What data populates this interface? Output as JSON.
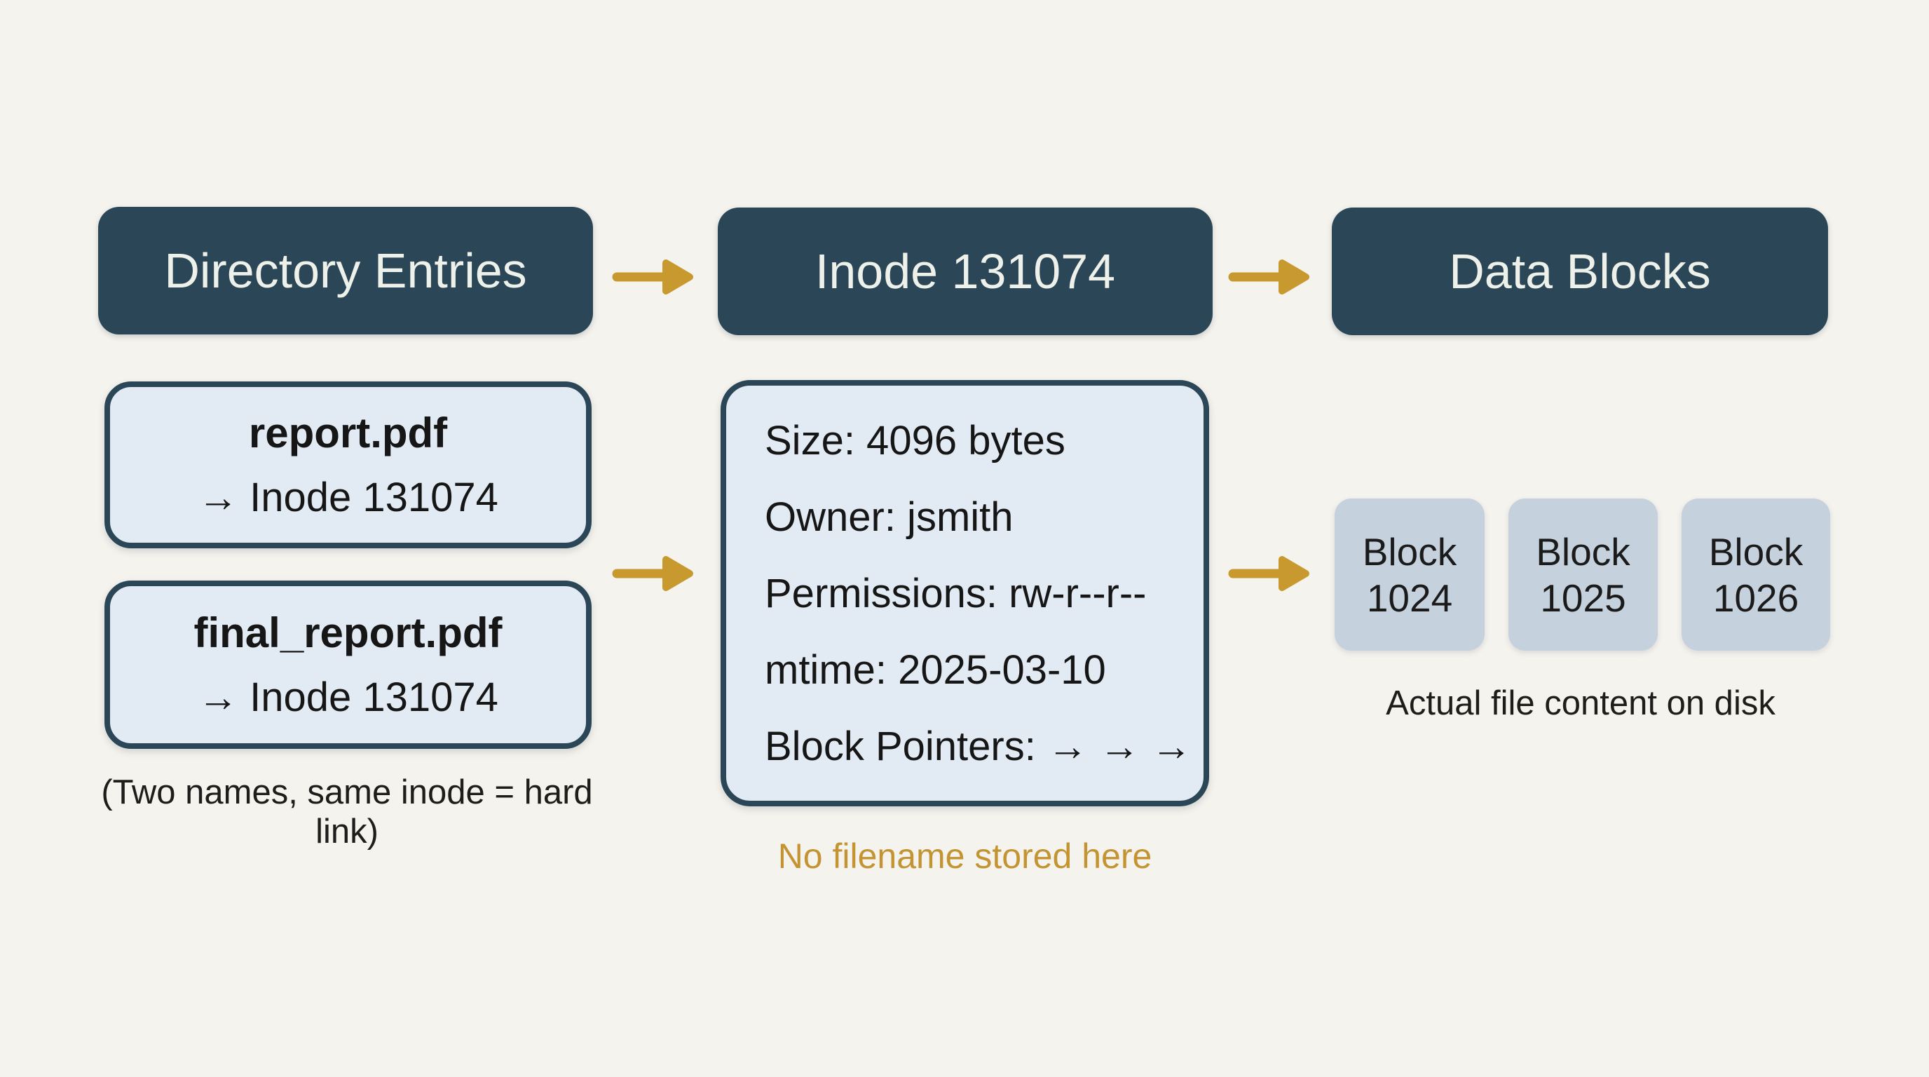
{
  "diagram": {
    "title_context": "filesystem inode hard-link diagram",
    "colors": {
      "background": "#f5f3ee",
      "header_bg": "#2b4757",
      "box_fill": "#e2ebf4",
      "block_fill": "#c5d1dd",
      "accent_gold": "#c7992f",
      "gold_text": "#c49433"
    },
    "headers": [
      {
        "label": "Directory Entries"
      },
      {
        "label": "Inode 131074"
      },
      {
        "label": "Data Blocks"
      }
    ],
    "directory_entries": {
      "entries": [
        {
          "name": "report.pdf",
          "target": "→ Inode 131074"
        },
        {
          "name": "final_report.pdf",
          "target": "→ Inode 131074"
        }
      ],
      "caption": "(Two names, same inode = hard link)"
    },
    "inode": {
      "fields": [
        "Size: 4096 bytes",
        "Owner: jsmith",
        "Permissions: rw-r--r--",
        "mtime: 2025-03-10",
        "Block Pointers: → → →"
      ],
      "caption": "No filename stored here"
    },
    "data_blocks": {
      "blocks": [
        {
          "line1": "Block",
          "line2": "1024"
        },
        {
          "line1": "Block",
          "line2": "1025"
        },
        {
          "line1": "Block",
          "line2": "1026"
        }
      ],
      "caption": "Actual file content on disk"
    }
  }
}
